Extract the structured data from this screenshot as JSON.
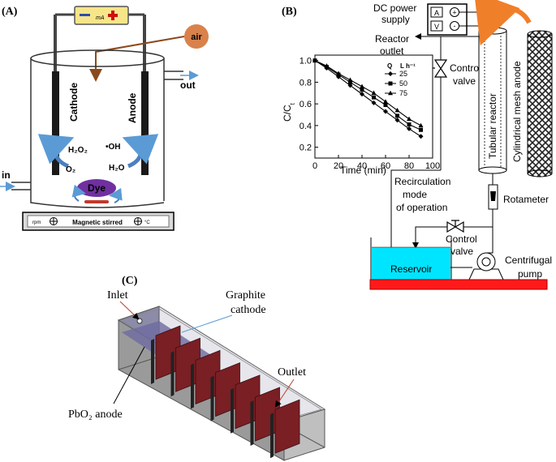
{
  "panels": {
    "a": {
      "label": "(A)",
      "meter_unit": "mA",
      "air": "air",
      "out": "out",
      "in": "in",
      "cathode": "Cathode",
      "anode": "Anode",
      "h2o2": "H₂O₂",
      "o2": "O₂",
      "oh": "•OH",
      "h2o": "H₂O",
      "dye": "Dye",
      "stirrer_text": "Magnetic stirred",
      "rpm": "rpm",
      "deg": "°C",
      "colors": {
        "cathode": "#4a7fc1",
        "anode": "#c0392b",
        "dye": "#7030a0",
        "air": "#d9824b",
        "out": "#7030a0"
      }
    },
    "b": {
      "label": "(B)",
      "dc_power": "DC power",
      "supply": "supply",
      "reactor_outlet_1": "Reactor",
      "reactor_outlet_2": "outlet",
      "control_valve_1": "Control",
      "control_valve_2": "valve",
      "tubular_reactor": "Tubular reactor",
      "mesh_anode": "Cylindrical mesh anode",
      "rotameter": "Rotameter",
      "recirc_1": "Recirculation",
      "recirc_2": "mode",
      "recirc_3": "of operation",
      "cv2_1": "Control",
      "cv2_2": "valve",
      "reservoir": "Reservoir",
      "pump_1": "Centrifugal",
      "pump_2": "pump",
      "meter_a": "A",
      "meter_v": "V",
      "plus": "+",
      "minus": "-",
      "colors": {
        "reservoir": "#00e5ff",
        "base": "#ff1a1a",
        "arrow": "#f07f2a"
      }
    },
    "c": {
      "label": "(C)",
      "inlet": "Inlet",
      "graphite_1": "Graphite",
      "graphite_2": "cathode",
      "outlet": "Outlet",
      "pbo2": "PbO₂ anode"
    }
  },
  "chart_data": {
    "type": "line",
    "x": [
      0,
      10,
      20,
      30,
      40,
      50,
      60,
      70,
      80,
      90
    ],
    "series": [
      {
        "name": "25",
        "marker": "diamond",
        "values": [
          1.0,
          0.93,
          0.85,
          0.77,
          0.69,
          0.61,
          0.53,
          0.45,
          0.37,
          0.3
        ]
      },
      {
        "name": "50",
        "marker": "square",
        "values": [
          1.0,
          0.94,
          0.87,
          0.8,
          0.73,
          0.66,
          0.59,
          0.49,
          0.41,
          0.36
        ]
      },
      {
        "name": "75",
        "marker": "triangle",
        "values": [
          1.0,
          0.95,
          0.88,
          0.82,
          0.76,
          0.7,
          0.62,
          0.54,
          0.46,
          0.4
        ]
      }
    ],
    "xlabel": "Time (min)",
    "ylabel": "C/C",
    "ylabel_sub": "t",
    "xlim": [
      0,
      100
    ],
    "ylim": [
      0.1,
      1.05
    ],
    "xticks": [
      0,
      20,
      40,
      60,
      80,
      100
    ],
    "yticks": [
      0.2,
      0.4,
      0.6,
      0.8,
      1.0
    ],
    "legend_title": "Q",
    "legend_unit": "L h⁻¹",
    "legend_position": "top-right",
    "grid": false
  }
}
